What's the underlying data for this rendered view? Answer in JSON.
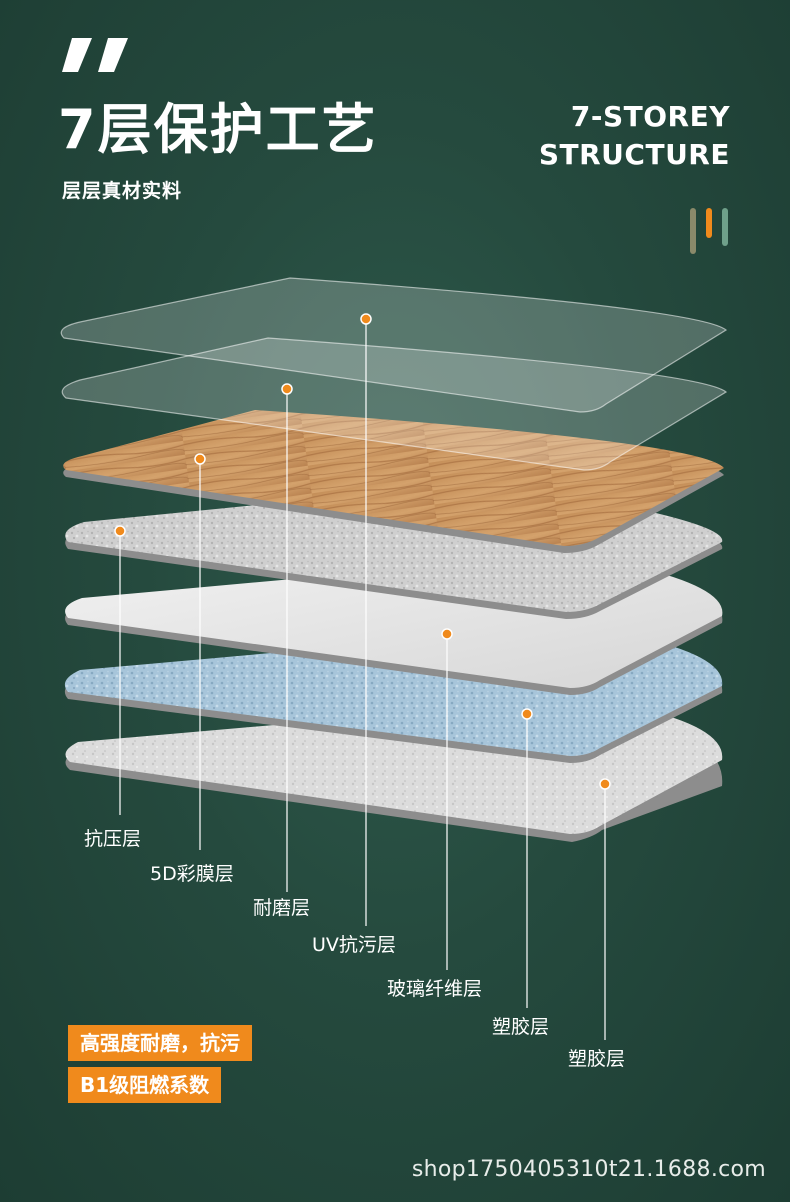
{
  "header": {
    "title": "7层保护工艺",
    "subtitle": "层层真材实料",
    "en_title_line1": "7-STOREY",
    "en_title_line2": "STRUCTURE"
  },
  "accent_bar_colors": [
    "#8a8a6a",
    "#f08a1c",
    "#6fa08a"
  ],
  "layers": {
    "labels": [
      "抗压层",
      "5D彩膜层",
      "耐磨层",
      "UV抗污层",
      "玻璃纤维层",
      "塑胶层",
      "塑胶层"
    ],
    "dot_color": "#f08a1c"
  },
  "features": [
    "高强度耐磨，抗污",
    "B1级阻燃系数"
  ],
  "watermark": "shop1750405310t21.1688.com",
  "colors": {
    "background": "#254a3e",
    "accent": "#f08a1c",
    "wood": "#c89660",
    "stone_blue": "#a9c7dc",
    "stone_gray": "#d4d4d4"
  }
}
